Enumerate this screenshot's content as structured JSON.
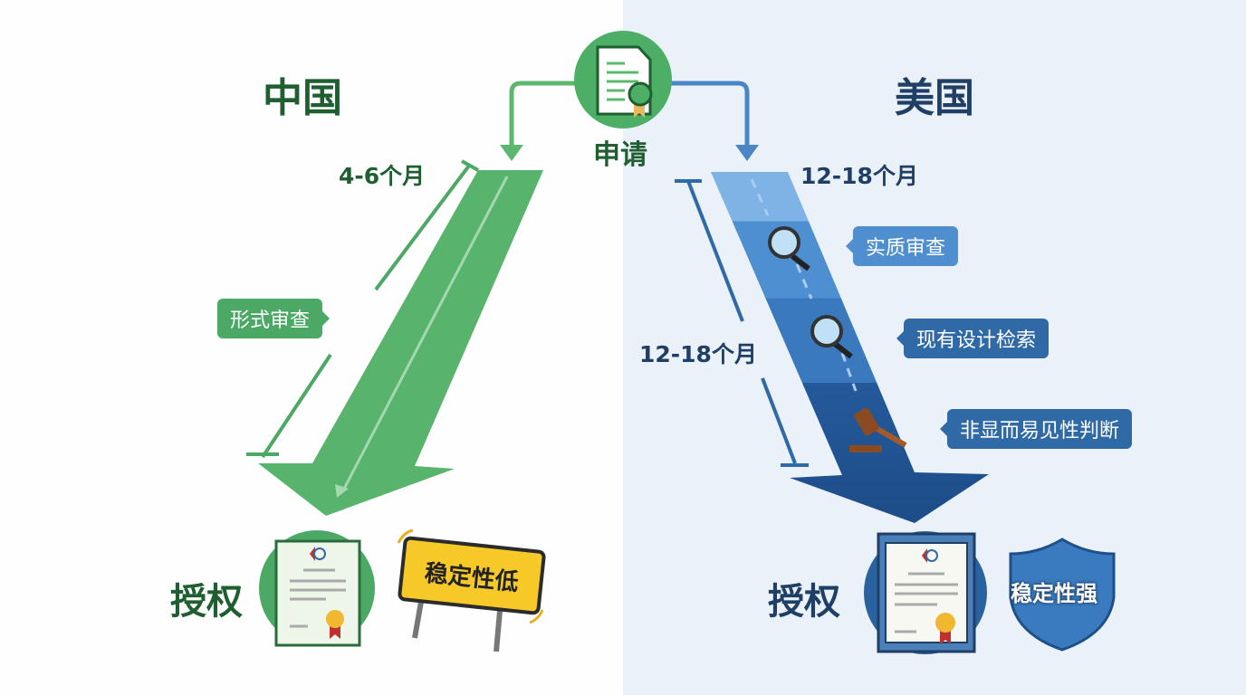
{
  "china": {
    "title": "中国",
    "duration_top": "4-6个月",
    "step": "形式审查",
    "grant": "授权",
    "stability": "稳定性低",
    "color": "#4ca865"
  },
  "apply": {
    "label": "申请"
  },
  "usa": {
    "title": "美国",
    "duration_top": "12-18个月",
    "duration_side": "12-18个月",
    "steps": [
      "实质审查",
      "现有设计检索",
      "非显而易见性判断"
    ],
    "grant": "授权",
    "stability": "稳定性强",
    "color": "#2f6aa6"
  }
}
